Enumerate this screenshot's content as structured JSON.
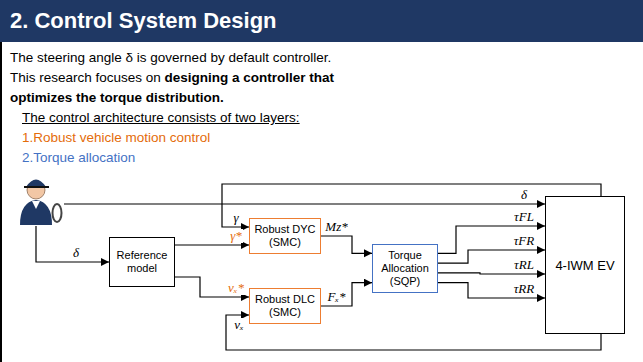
{
  "diagram": {
    "title": "2. Control System Design",
    "nodes": [
      {
        "text": [
          "Reference model"
        ]
      },
      {
        "text": [
          "Robust DYC (SMC)"
        ]
      },
      {
        "text": [
          "Robust DLC (SMC)"
        ]
      },
      {
        "text": [
          "Torque Allocation (SQP)"
        ]
      },
      {
        "text": [
          "4-IWM EV"
        ]
      }
    ],
    "edges": [
      {
        "from": 0,
        "to": 1,
        "label": "γ*",
        "arrow": "to"
      },
      {
        "from": 0,
        "to": 2,
        "label": "vₓ*",
        "arrow": "to"
      },
      {
        "from": 4,
        "to": 1,
        "label": "γ",
        "arrow": "to"
      },
      {
        "from": 4,
        "to": 2,
        "label": "vₓ",
        "arrow": "to"
      },
      {
        "from": 1,
        "to": 3,
        "label": "Mz*",
        "arrow": "to"
      },
      {
        "from": 2,
        "to": 3,
        "label": "Fₓ*",
        "arrow": "to"
      },
      {
        "from": 3,
        "to": 4,
        "label": "τFL",
        "arrow": "to"
      },
      {
        "from": 3,
        "to": 4,
        "label": "τFR",
        "arrow": "to"
      },
      {
        "from": 3,
        "to": 4,
        "label": "τRL",
        "arrow": "to"
      },
      {
        "from": 3,
        "to": 4,
        "label": "τRR",
        "arrow": "to"
      }
    ],
    "labels": [
      "The steering angle δ is governed by default controller.",
      "This research focuses on",
      "designing a controller that optimizes the torque distribution.",
      "The control architecture consists of two layers:",
      "1.Robust vehicle motion control",
      "2.Torque allocation",
      "δ",
      "δ"
    ]
  }
}
